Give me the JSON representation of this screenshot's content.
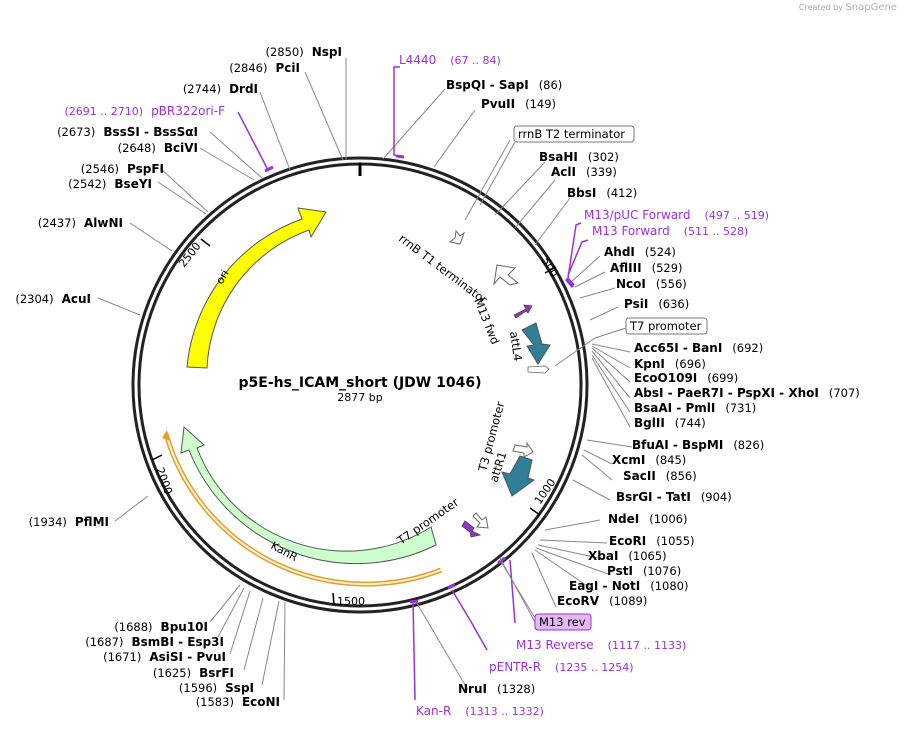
{
  "watermark": {
    "prefix": "Created by",
    "brand": "SnapGene"
  },
  "plasmid": {
    "name": "p5E-hs_ICAM_short (JDW 1046)",
    "length_label": "2877 bp",
    "total_bp": 2877
  },
  "ticks": [
    "500",
    "1000",
    "1500",
    "2000",
    "2500"
  ],
  "features": [
    {
      "name": "ori",
      "color": "#ffff00"
    },
    {
      "name": "KanR",
      "color": "#ccffcc"
    },
    {
      "name": "rrnB T1 terminator",
      "color": "#ffffff"
    },
    {
      "name": "M13 fwd",
      "color": "#9932cc"
    },
    {
      "name": "attL4",
      "color": "#2f7f96"
    },
    {
      "name": "T3 promoter",
      "color": "#ffffff"
    },
    {
      "name": "attR1",
      "color": "#2f7f96"
    },
    {
      "name": "T7 promoter",
      "color": "#ffffff"
    }
  ],
  "boxed_labels": [
    {
      "text": "rrnB T2 terminator",
      "style": "feature"
    },
    {
      "text": "T7 promoter",
      "style": "feature"
    },
    {
      "text": "M13 rev",
      "style": "primer"
    }
  ],
  "right_labels": [
    {
      "enzymes": [
        "BspQI",
        "SapI"
      ],
      "pos": "(86)"
    },
    {
      "enzymes": [
        "PvuII"
      ],
      "pos": "(149)"
    },
    {
      "enzymes": [
        "BsaHI"
      ],
      "pos": "(302)"
    },
    {
      "enzymes": [
        "AclI"
      ],
      "pos": "(339)"
    },
    {
      "enzymes": [
        "BbsI"
      ],
      "pos": "(412)"
    },
    {
      "enzymes": [
        "AhdI"
      ],
      "pos": "(524)"
    },
    {
      "enzymes": [
        "AflIII"
      ],
      "pos": "(529)"
    },
    {
      "enzymes": [
        "NcoI"
      ],
      "pos": "(556)"
    },
    {
      "enzymes": [
        "PsiI"
      ],
      "pos": "(636)"
    },
    {
      "enzymes": [
        "Acc65I",
        "BanI"
      ],
      "pos": "(692)"
    },
    {
      "enzymes": [
        "KpnI"
      ],
      "pos": "(696)"
    },
    {
      "enzymes": [
        "EcoO109I"
      ],
      "pos": "(699)"
    },
    {
      "enzymes": [
        "AbsI",
        "PaeR7I",
        "PspXI",
        "XhoI"
      ],
      "pos": "(707)"
    },
    {
      "enzymes": [
        "BsaAI",
        "PmlI"
      ],
      "pos": "(731)"
    },
    {
      "enzymes": [
        "BglII"
      ],
      "pos": "(744)"
    },
    {
      "enzymes": [
        "BfuAI",
        "BspMI"
      ],
      "pos": "(826)"
    },
    {
      "enzymes": [
        "XcmI"
      ],
      "pos": "(845)"
    },
    {
      "enzymes": [
        "SacII"
      ],
      "pos": "(856)"
    },
    {
      "enzymes": [
        "BsrGI",
        "TatI"
      ],
      "pos": "(904)"
    },
    {
      "enzymes": [
        "NdeI"
      ],
      "pos": "(1006)"
    },
    {
      "enzymes": [
        "EcoRI"
      ],
      "pos": "(1055)"
    },
    {
      "enzymes": [
        "XbaI"
      ],
      "pos": "(1065)"
    },
    {
      "enzymes": [
        "PstI"
      ],
      "pos": "(1076)"
    },
    {
      "enzymes": [
        "EagI",
        "NotI"
      ],
      "pos": "(1080)"
    },
    {
      "enzymes": [
        "EcoRV"
      ],
      "pos": "(1089)"
    },
    {
      "enzymes": [
        "NruI"
      ],
      "pos": "(1328)"
    }
  ],
  "left_labels": [
    {
      "pos": "(2850)",
      "enzymes": [
        "NspI"
      ]
    },
    {
      "pos": "(2846)",
      "enzymes": [
        "PciI"
      ]
    },
    {
      "pos": "(2744)",
      "enzymes": [
        "DrdI"
      ]
    },
    {
      "pos": "(2673)",
      "enzymes": [
        "BssSI",
        "BssSαI"
      ]
    },
    {
      "pos": "(2648)",
      "enzymes": [
        "BciVI"
      ]
    },
    {
      "pos": "(2546)",
      "enzymes": [
        "PspFI"
      ]
    },
    {
      "pos": "(2542)",
      "enzymes": [
        "BseYI"
      ]
    },
    {
      "pos": "(2437)",
      "enzymes": [
        "AlwNI"
      ]
    },
    {
      "pos": "(2304)",
      "enzymes": [
        "AcuI"
      ]
    },
    {
      "pos": "(1934)",
      "enzymes": [
        "PflMI"
      ]
    },
    {
      "pos": "(1688)",
      "enzymes": [
        "Bpu10I"
      ]
    },
    {
      "pos": "(1687)",
      "enzymes": [
        "BsmBI",
        "Esp3I"
      ]
    },
    {
      "pos": "(1671)",
      "enzymes": [
        "AsiSI",
        "PvuI"
      ]
    },
    {
      "pos": "(1625)",
      "enzymes": [
        "BsrFI"
      ]
    },
    {
      "pos": "(1596)",
      "enzymes": [
        "SspI"
      ]
    },
    {
      "pos": "(1583)",
      "enzymes": [
        "EcoNI"
      ]
    }
  ],
  "primers": [
    {
      "name": "L4440",
      "range": "(67 .. 84)"
    },
    {
      "name": "M13/pUC Forward",
      "range": "(497 .. 519)"
    },
    {
      "name": "M13 Forward",
      "range": "(511 .. 528)"
    },
    {
      "name": "M13 Reverse",
      "range": "(1117 .. 1133)"
    },
    {
      "name": "pENTR-R",
      "range": "(1235 .. 1254)"
    },
    {
      "name": "Kan-R",
      "range": "(1313 .. 1332)"
    },
    {
      "name": "pBR322ori-F",
      "range": "(2691 .. 2710)"
    }
  ]
}
